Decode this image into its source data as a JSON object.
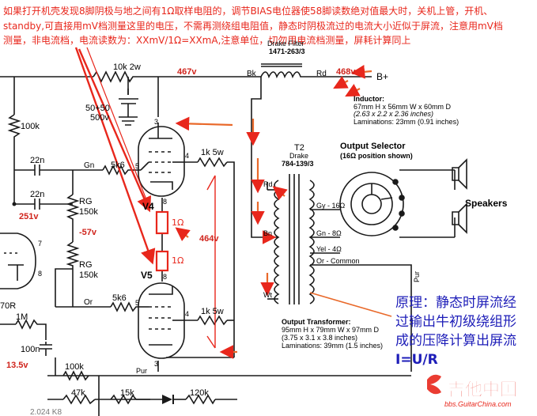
{
  "note": {
    "line1": "如果打开机壳发现8脚阴极与地之间有1Ω取样电阻的，调节BIAS电位器使58脚读数绝对值最大时，关机上管，开机、",
    "line2": "standby,可直接用mV档测量这里的电压，不需再测绕组电阻值，静态时阴极流过的电流大小近似于屏流，注意用mV档",
    "line3": "测量，非电流档，电流读数为：XXmV/1Ω=XXmA,注意单位，切勿用电流档测量，屏耗计算同上"
  },
  "principle": {
    "line1": "原理：静态时屏流经",
    "line2": "过输出牛初级绕组形",
    "line3": "成的压降计算出屏流",
    "line4": "I=U/R"
  },
  "labels": {
    "r_10k": "10k 2w",
    "v_467": "467v",
    "bk": "Bk",
    "rd_top": "Rd",
    "v_468": "468v",
    "bplus": "B+",
    "choke_name": "Drake Filter",
    "choke_part": "1471-263/3",
    "cap_5050a": "50+50",
    "cap_5050b": "500v",
    "r_100k_left": "100k",
    "c_22n_a": "22n",
    "c_22n_b": "22n",
    "v_251": "251v",
    "gn": "Gn",
    "r_5k6_a": "5k6",
    "rg_a": "RG",
    "rg_a_val": "150k",
    "rg_b": "RG",
    "rg_b_val": "150k",
    "v_neg57": "-57v",
    "v4": "V4",
    "v5": "V5",
    "r_1ohm_a": "1Ω",
    "r_1ohm_b": "1Ω",
    "r_1k5w_a": "1k 5w",
    "r_1k5w_b": "1k 5w",
    "v_464": "464v",
    "or": "Or",
    "r_5k6_b": "5k6",
    "t2": "T2",
    "t2_brand": "Drake",
    "t2_part": "784-139/3",
    "t2_rd": "Rd",
    "t2_bn": "Bn",
    "t2_wt": "Wt",
    "inductor_title": "Inductor:",
    "inductor_l1": "67mm H x 56mm W x 60mm D",
    "inductor_l2": "(2.63 x 2.2 x 2.36 inches)",
    "inductor_l3": "Laminations: 23mm (0.91 inches)",
    "selector_title": "Output Selector",
    "selector_sub": "(16Ω position shown)",
    "gy16": "Gy - 16Ω",
    "gn8": "Gn - 8Ω",
    "yel4": "Yel - 4Ω",
    "or_common": "Or - Common",
    "speakers": "Speakers",
    "pur_v": "Pur",
    "ot_title": "Output Transformer:",
    "ot_l1": "95mm H x 79mm W x 97mm D",
    "ot_l2": "(3.75 x 3.1 x 3.8 inches)",
    "ot_l3": "Laminations: 39mm (1.5 inches)",
    "v_70r": "70R",
    "r_1m": "1M",
    "c_100n": "100n",
    "v_13_5": "13.5v",
    "r_100k_b": "100k",
    "pur_h": "Pur",
    "r_47k": "47k",
    "r_15k": "15k",
    "r_120k": "120k",
    "bottom_cut": "2.024 K8",
    "pin3a": "3",
    "pin4a": "4",
    "pin5a": "5",
    "pin8a": "8",
    "pin3b": "3",
    "pin4b": "4",
    "pin5b": "5",
    "pin8b": "8",
    "pin7": "7",
    "pin8c": "8"
  },
  "watermark": {
    "cn": "吉他中国",
    "url": "bbs.GuitarChina.com"
  },
  "colors": {
    "annotation_red": "#e8271c",
    "voltage_red": "#d0241c",
    "principle_blue": "#1d1db8",
    "arrow_orange": "#e9692a",
    "wire": "#1a1a1a"
  }
}
